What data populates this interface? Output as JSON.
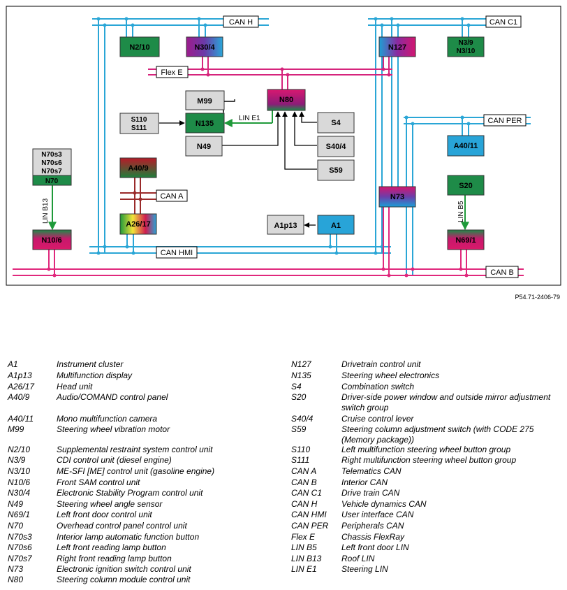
{
  "diagram": {
    "ref_code": "P54.71-2406-79",
    "buses": {
      "can_h": "CAN H",
      "can_c1": "CAN C1",
      "can_per": "CAN PER",
      "can_a": "CAN A",
      "can_hmi": "CAN HMI",
      "can_b": "CAN B",
      "flex_e": "Flex E",
      "lin_e1": "LIN E1",
      "lin_b13": "LIN B13",
      "lin_b5": "LIN B5"
    },
    "modules": {
      "n2_10": "N2/10",
      "n30_4": "N30/4",
      "n127": "N127",
      "n3_9": "N3/9",
      "n3_10": "N3/10",
      "m99": "M99",
      "n80": "N80",
      "s110": "S110",
      "s111": "S111",
      "n135": "N135",
      "s4": "S4",
      "n49": "N49",
      "s40_4": "S40/4",
      "s59": "S59",
      "a40_11": "A40/11",
      "n70s3": "N70s3",
      "n70s6": "N70s6",
      "n70s7": "N70s7",
      "n70": "N70",
      "a40_9": "A40/9",
      "a26_17": "A26/17",
      "n73": "N73",
      "s20": "S20",
      "n10_6": "N10/6",
      "a1p13": "A1p13",
      "a1": "A1",
      "n69_1": "N69/1"
    }
  },
  "legend": {
    "left": [
      {
        "code": "A1",
        "desc": "Instrument cluster"
      },
      {
        "code": "A1p13",
        "desc": "Multifunction display"
      },
      {
        "code": "A26/17",
        "desc": "Head unit"
      },
      {
        "code": "A40/9",
        "desc": "Audio/COMAND control panel"
      },
      {
        "code": "A40/11",
        "desc": "Mono multifunction camera"
      },
      {
        "code": "M99",
        "desc": "Steering wheel vibration motor"
      },
      {
        "code": "N2/10",
        "desc": "Supplemental restraint system control unit"
      },
      {
        "code": "N3/9",
        "desc": "CDI control unit (diesel engine)"
      },
      {
        "code": "N3/10",
        "desc": "ME-SFI [ME] control unit (gasoline engine)"
      },
      {
        "code": "N10/6",
        "desc": "Front SAM control unit"
      },
      {
        "code": "N30/4",
        "desc": "Electronic Stability Program control unit"
      },
      {
        "code": "N49",
        "desc": "Steering wheel angle sensor"
      },
      {
        "code": "N69/1",
        "desc": "Left front door control unit"
      },
      {
        "code": "N70",
        "desc": "Overhead control panel control unit"
      },
      {
        "code": "N70s3",
        "desc": "Interior lamp automatic function button"
      },
      {
        "code": "N70s6",
        "desc": "Left front reading lamp button"
      },
      {
        "code": "N70s7",
        "desc": "Right front reading lamp button"
      },
      {
        "code": "N73",
        "desc": "Electronic ignition switch control unit"
      },
      {
        "code": "N80",
        "desc": "Steering column module control unit"
      }
    ],
    "right": [
      {
        "code": "N127",
        "desc": "Drivetrain control unit"
      },
      {
        "code": "N135",
        "desc": "Steering wheel electronics"
      },
      {
        "code": "S4",
        "desc": "Combination switch"
      },
      {
        "code": "S20",
        "desc": "Driver-side power window and outside mirror adjustment switch group"
      },
      {
        "code": "S40/4",
        "desc": "Cruise control lever"
      },
      {
        "code": "S59",
        "desc": "Steering column adjustment switch (with CODE 275 (Memory package))"
      },
      {
        "code": "S110",
        "desc": "Left multifunction steering wheel button group"
      },
      {
        "code": "S111",
        "desc": "Right multifunction steering wheel button group"
      },
      {
        "code": "CAN A",
        "desc": "Telematics CAN"
      },
      {
        "code": "CAN B",
        "desc": "Interior CAN"
      },
      {
        "code": "CAN C1",
        "desc": "Drive train CAN"
      },
      {
        "code": "CAN H",
        "desc": "Vehicle dynamics CAN"
      },
      {
        "code": "CAN HMI",
        "desc": "User interface CAN"
      },
      {
        "code": "CAN PER",
        "desc": "Peripherals CAN"
      },
      {
        "code": "Flex E",
        "desc": "Chassis FlexRay"
      },
      {
        "code": "LIN B5",
        "desc": "Left front door LIN"
      },
      {
        "code": "LIN B13",
        "desc": "Roof LIN"
      },
      {
        "code": "LIN E1",
        "desc": "Steering LIN"
      }
    ]
  }
}
